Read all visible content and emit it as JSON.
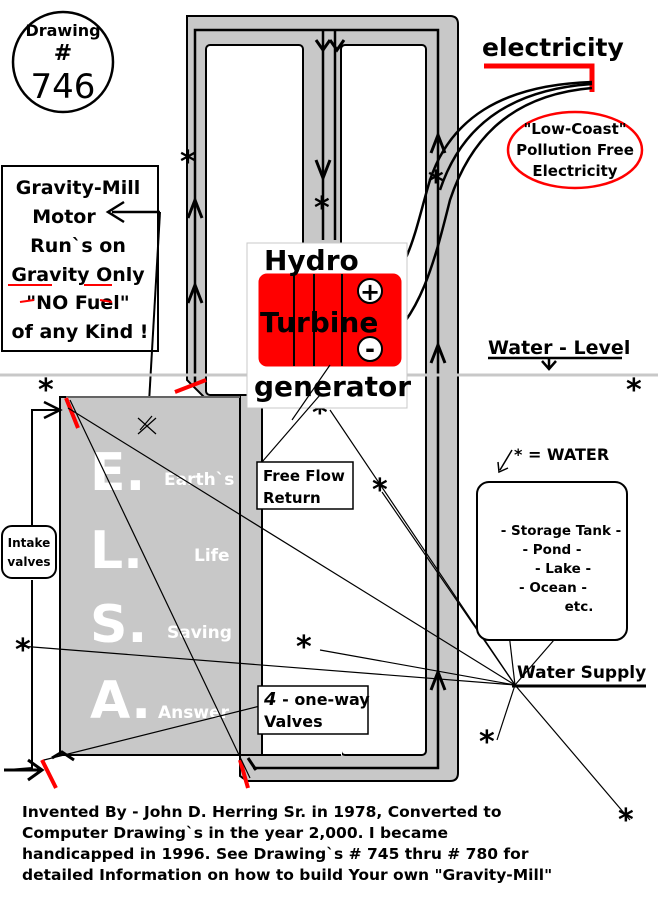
{
  "drawing_label": {
    "line1": "Drawing",
    "line2": "#",
    "line3": "746"
  },
  "electricity_label": "electricity",
  "low_cost_bubble": [
    "\"Low-Coast\"",
    "Pollution Free",
    "Electricity"
  ],
  "motor_note": [
    "Gravity-Mill",
    "Motor",
    "Run`s on",
    "Gravity Only",
    "\"NO Fuel\"",
    "of any Kind !"
  ],
  "hydro": {
    "line1": "Hydro",
    "line2": "Turbine",
    "line3": "generator",
    "plus": "+",
    "minus": "-"
  },
  "water_level": "Water - Level",
  "free_flow": [
    "Free Flow",
    "Return"
  ],
  "water_legend": "* = WATER",
  "storage": [
    "- Storage Tank -",
    "- Pond -",
    "- Lake -",
    "- Ocean -",
    "etc."
  ],
  "water_supply": "Water Supply",
  "intake_valves": [
    "Intake",
    "valves"
  ],
  "one_way_valves": {
    "number": "4",
    "rest": " - one-way",
    "line2": "Valves"
  },
  "elsa": [
    {
      "letter": "E.",
      "word": "Earth`s"
    },
    {
      "letter": "L.",
      "word": "Life"
    },
    {
      "letter": "S.",
      "word": "Saving"
    },
    {
      "letter": "A.",
      "word": "Answer"
    }
  ],
  "water_symbol": "*",
  "footer": [
    "Invented By - John D. Herring Sr. in 1978, Converted to",
    "Computer Drawing`s in the year 2,000. I became",
    "handicapped in 1996. See Drawing`s # 745 thru # 780 for",
    "detailed Information on how to build Your own \"Gravity-Mill\""
  ],
  "colors": {
    "gray": "#c8c8c8",
    "red": "#ff0000",
    "black": "#000000",
    "white": "#ffffff"
  }
}
